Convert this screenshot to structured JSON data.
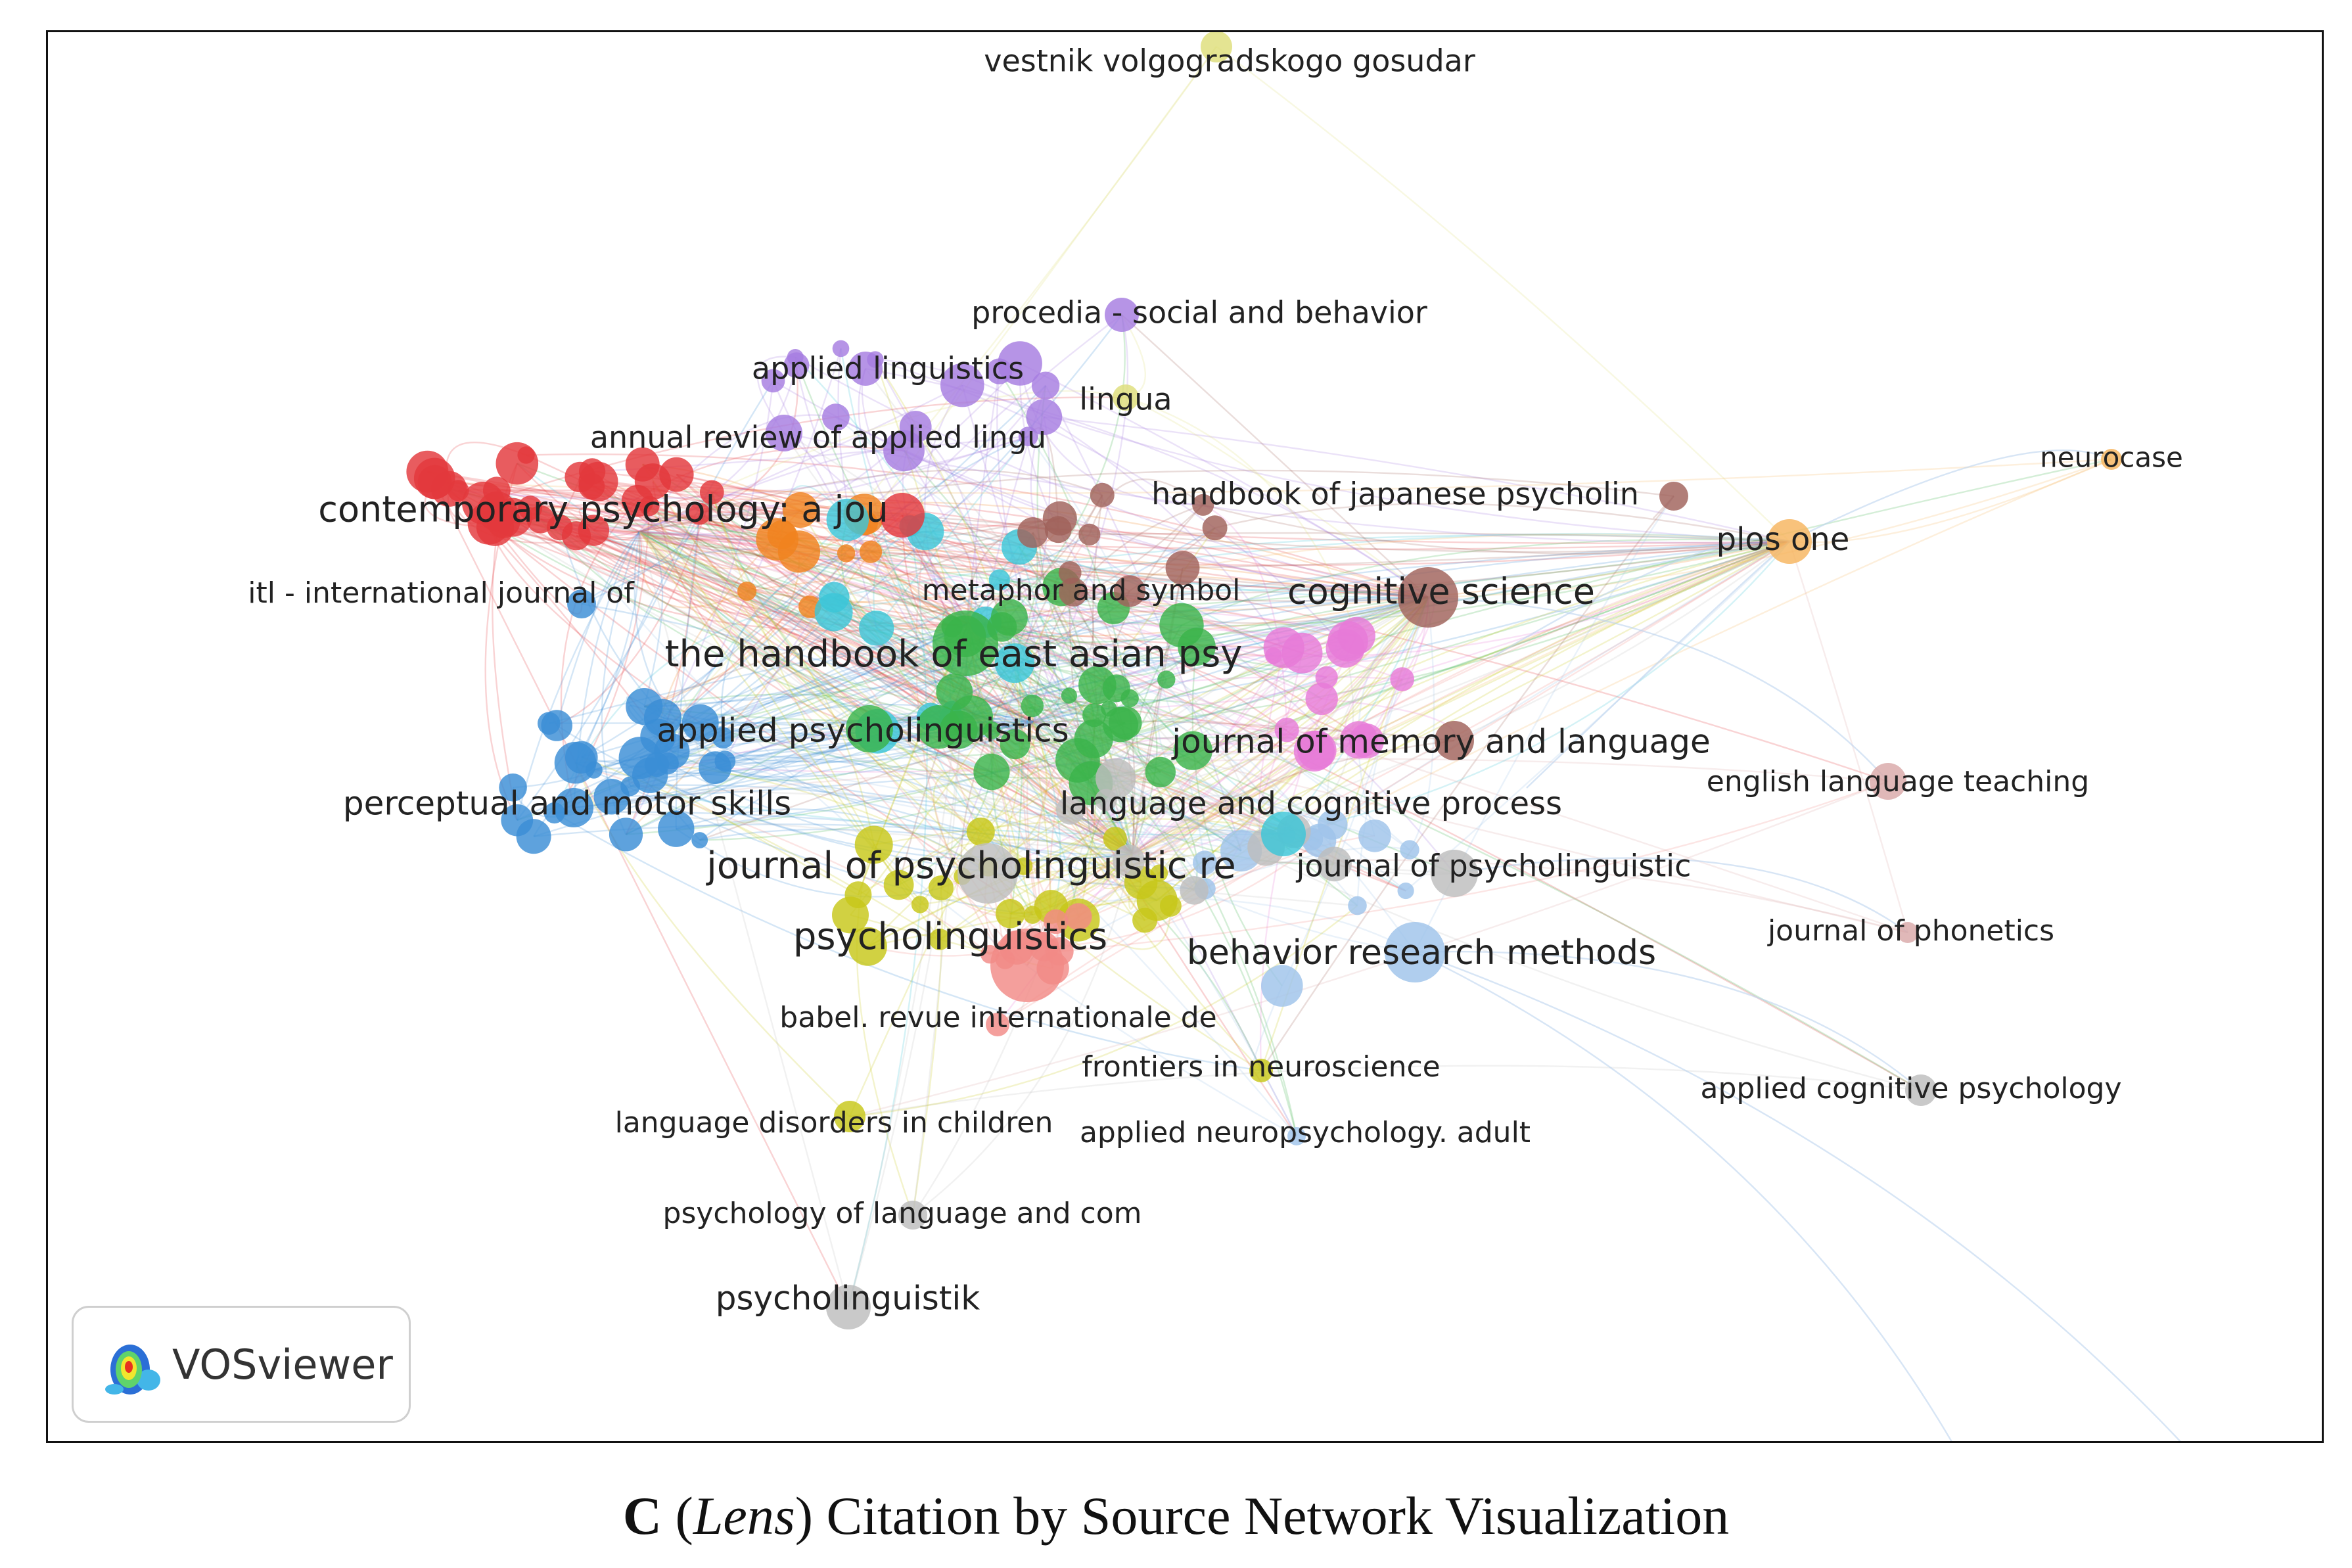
{
  "caption": {
    "letter": "C",
    "source": "Lens",
    "title": "Citation by Source Network Visualization"
  },
  "branding": {
    "name": "VOSviewer",
    "icon": "vosviewer-logo-icon"
  },
  "clusters": {
    "red": "#e3383c",
    "orange": "#f0821e",
    "purple": "#a67ce0",
    "cyan": "#3cc6d8",
    "green": "#3ab34a",
    "blue": "#3a8ed6",
    "yellow": "#c7c719",
    "pink": "#e77ad8",
    "brown": "#a0625a",
    "salmon": "#f28a86",
    "lightblue": "#9fc3ea",
    "peach": "#f6b45e",
    "rose": "#d9a8a8",
    "gray": "#bdbdbd",
    "olive": "#dede7a"
  },
  "labels": [
    "vestnik volgogradskogo gosudar",
    "procedia - social and behavior",
    "applied linguistics",
    "lingua",
    "annual review of applied lingu",
    "neurocase",
    "handbook of japanese psycholin",
    "contemporary psychology: a jou",
    "plos one",
    "itl - international journal of",
    "metaphor and symbol",
    "cognitive science",
    "the handbook of east asian psy",
    "applied psycholinguistics",
    "journal of memory and language",
    "english language teaching",
    "perceptual and motor skills",
    "language and cognitive process",
    "journal of psycholinguistic re",
    "journal of psycholinguistic",
    "journal of phonetics",
    "psycholinguistics",
    "behavior research methods",
    "babel. revue internationale de",
    "frontiers in neuroscience",
    "applied cognitive psychology",
    "language disorders in children",
    "applied neuropsychology. adult",
    "psychology of language and com",
    "psycholinguistik"
  ]
}
